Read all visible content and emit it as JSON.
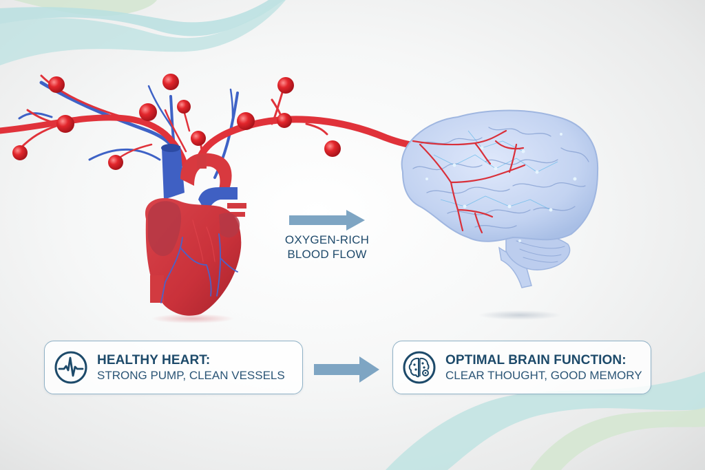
{
  "flow_label": {
    "line1": "OXYGEN-RICH",
    "line2": "BLOOD FLOW"
  },
  "cards": [
    {
      "icon": "heartbeat-pulse-icon",
      "title": "HEALTHY HEART:",
      "subtitle": "STRONG PUMP, CLEAN VESSELS"
    },
    {
      "icon": "brain-gear-icon",
      "title": "OPTIMAL BRAIN FUNCTION:",
      "subtitle": "CLEAR THOUGHT, GOOD MEMORY"
    }
  ],
  "colors": {
    "artery_red": "#e0323a",
    "vein_blue": "#3b5fc4",
    "brain_blue": "#c9d8f2",
    "text_navy": "#1d4a6a",
    "arrow_blue": "#7fa6c4",
    "wave_teal": "#b7dfe0",
    "wave_green": "#cfe3cf"
  }
}
